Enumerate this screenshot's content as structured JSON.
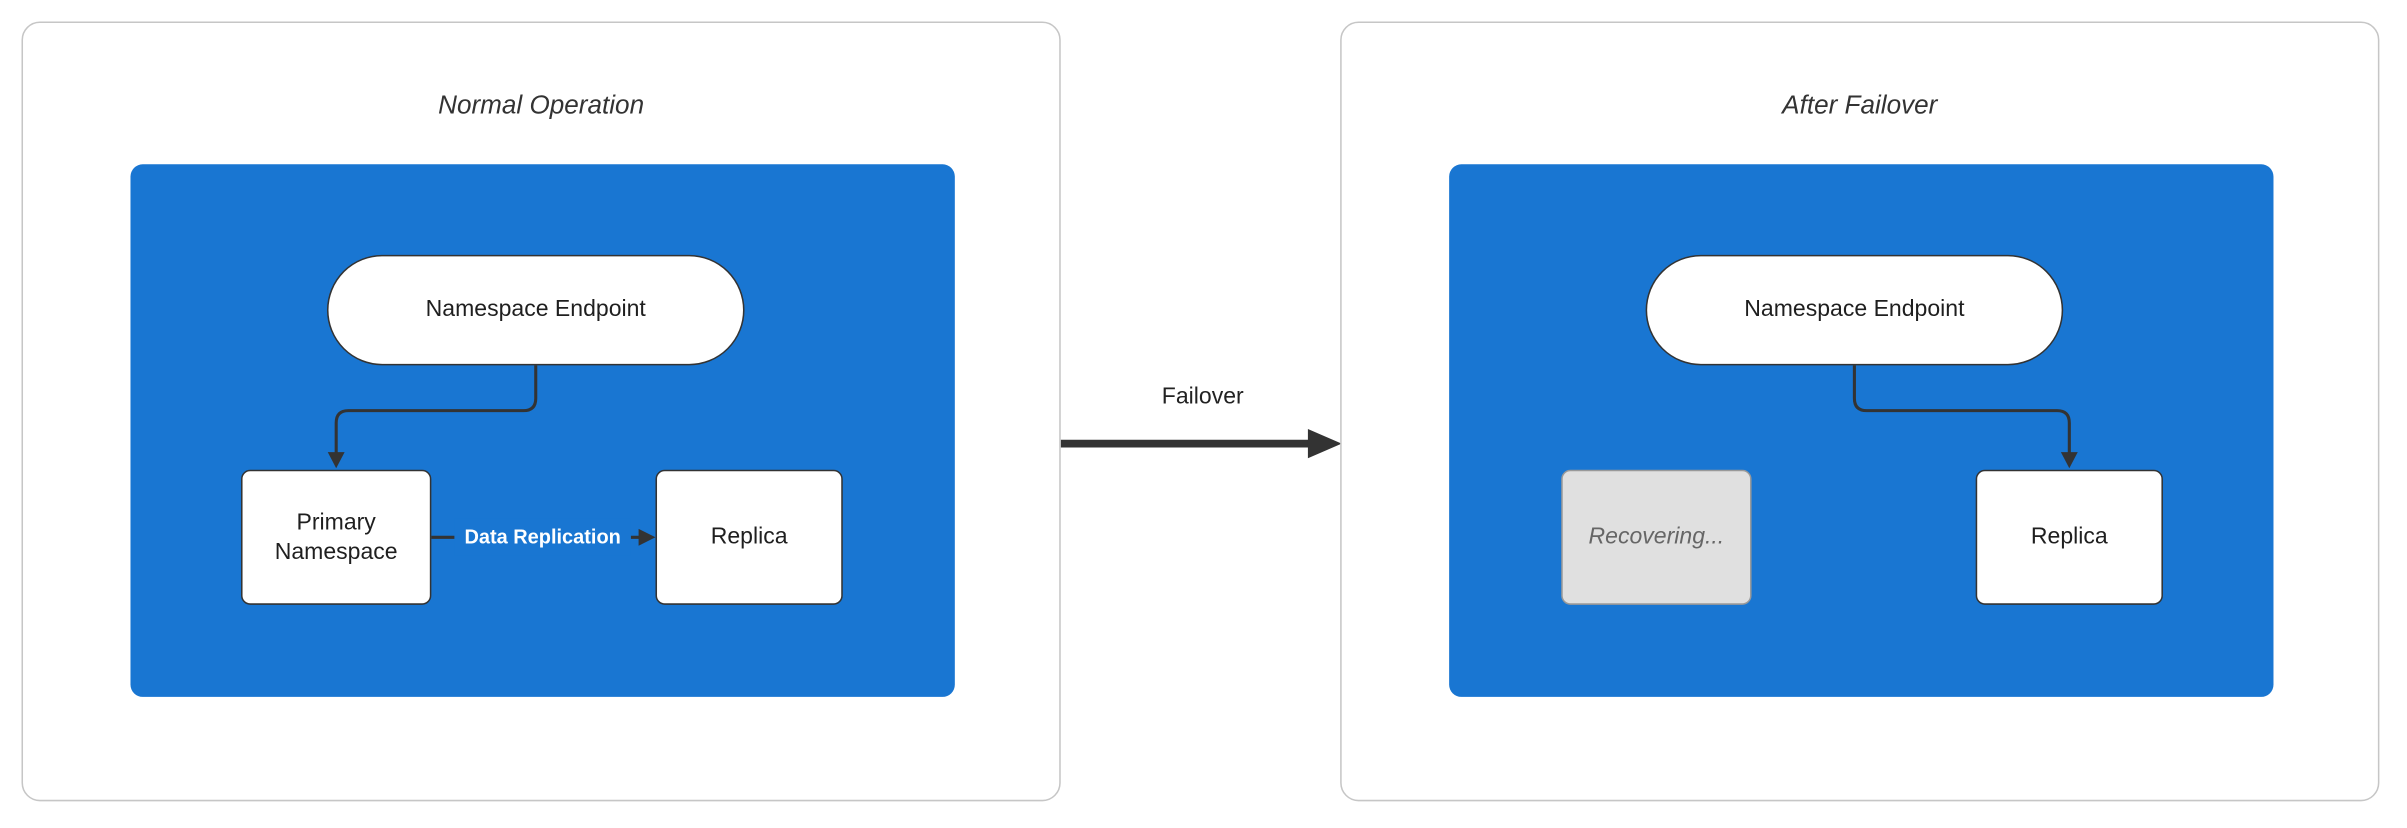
{
  "diagram": {
    "failover_label": "Failover",
    "colors": {
      "cluster_fill": "#1976d2",
      "arrow": "#333333",
      "node_border": "#333333",
      "panel_border": "#c6c6c6",
      "recovering_fill": "#e0e0e0",
      "recovering_border": "#999999",
      "recovering_text": "#666666"
    },
    "panels": [
      {
        "title": "Normal Operation",
        "endpoint": "Namespace Endpoint",
        "left_node": "Primary Namespace",
        "right_node": "Replica",
        "edge_label": "Data Replication"
      },
      {
        "title": "After Failover",
        "endpoint": "Namespace Endpoint",
        "left_node": "Recovering...",
        "right_node": "Replica"
      }
    ]
  }
}
